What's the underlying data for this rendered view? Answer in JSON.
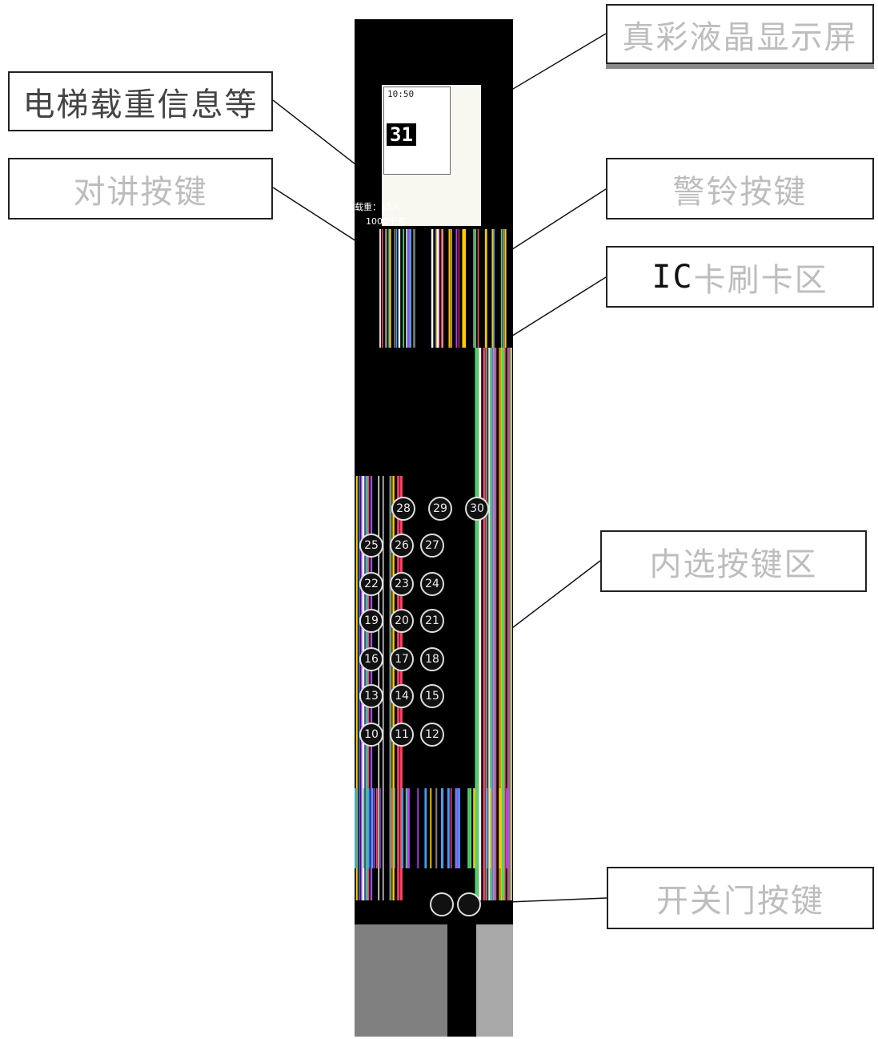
{
  "callouts": {
    "lcd": "真彩液晶显示屏",
    "info": "电梯载重信息等",
    "intercom": "对讲按键",
    "alarm": "警铃按键",
    "ic_prefix": "IC",
    "ic_rest": "卡刷卡区",
    "floor_buttons": "内选按键区",
    "door_buttons": "开关门按键"
  },
  "panel": {
    "clock": "10:50",
    "floor": "31",
    "load_line1": "载重：15人",
    "load_line2": "1000千克",
    "floor_labels": [
      "28",
      "29",
      "30",
      "25",
      "26",
      "27",
      "22",
      "23",
      "24",
      "19",
      "20",
      "21",
      "16",
      "17",
      "18",
      "13",
      "14",
      "15",
      "10",
      "11",
      "12"
    ]
  },
  "colors": {
    "panel_bg": "#000000",
    "callout_border": "#222222",
    "callout_text": "#bdbdbd"
  }
}
